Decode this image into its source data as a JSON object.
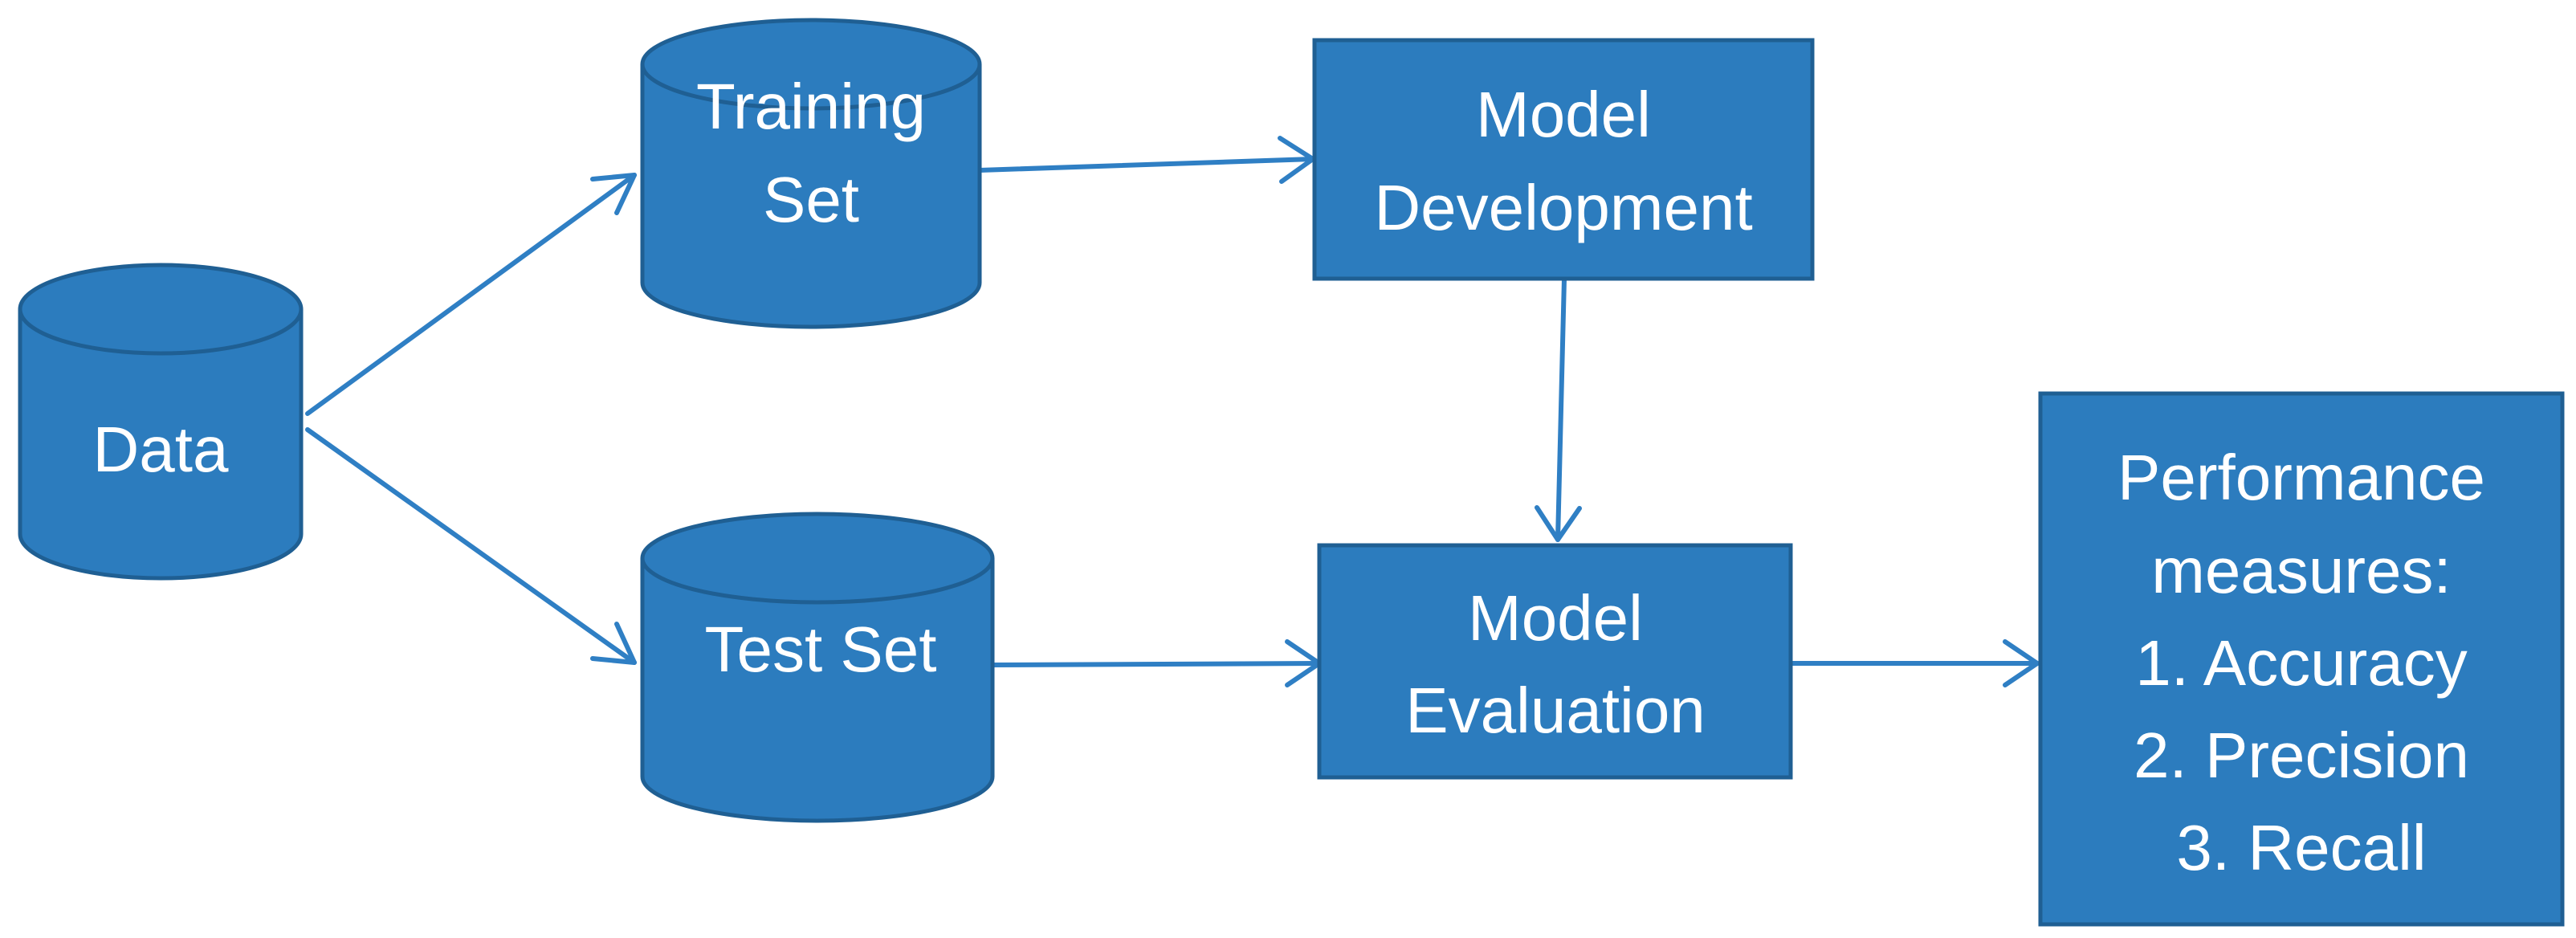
{
  "colors": {
    "node_fill": "#2c7cbe",
    "node_stroke": "#1f5f93",
    "arrow": "#2f7fc4",
    "text": "#ffffff",
    "background": "#ffffff"
  },
  "nodes": {
    "data": {
      "shape": "cylinder",
      "lines": [
        "Data"
      ]
    },
    "training_set": {
      "shape": "cylinder",
      "lines": [
        "Training",
        "Set"
      ]
    },
    "test_set": {
      "shape": "cylinder",
      "lines": [
        "Test Set"
      ]
    },
    "model_development": {
      "shape": "rectangle",
      "lines": [
        "Model",
        "Development"
      ]
    },
    "model_evaluation": {
      "shape": "rectangle",
      "lines": [
        "Model",
        "Evaluation"
      ]
    },
    "performance_measures": {
      "shape": "rectangle",
      "lines": [
        "Performance",
        "measures:",
        "1. Accuracy",
        "2. Precision",
        "3. Recall"
      ]
    }
  },
  "edges": [
    {
      "from": "data",
      "to": "training_set"
    },
    {
      "from": "data",
      "to": "test_set"
    },
    {
      "from": "training_set",
      "to": "model_development"
    },
    {
      "from": "model_development",
      "to": "model_evaluation"
    },
    {
      "from": "test_set",
      "to": "model_evaluation"
    },
    {
      "from": "model_evaluation",
      "to": "performance_measures"
    }
  ]
}
